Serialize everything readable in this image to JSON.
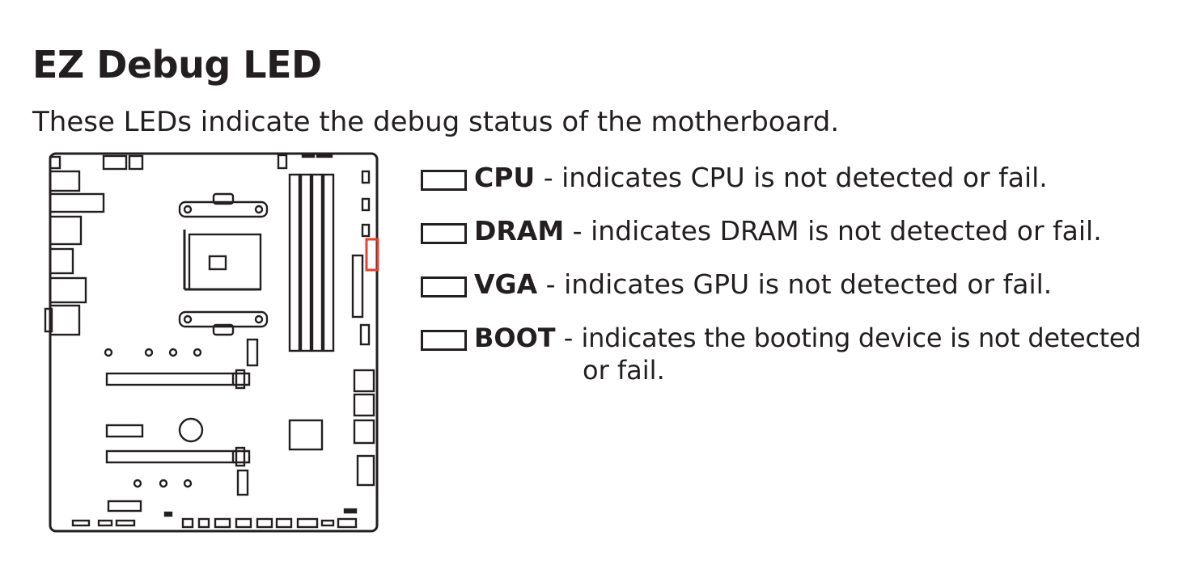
{
  "title": "EZ Debug LED",
  "intro": "These LEDs indicate the debug status of the motherboard.",
  "led_highlight_color": "#e8412c",
  "diagram": {
    "name": "motherboard-diagram",
    "highlight": "debug-led-location"
  },
  "legend": [
    {
      "name": "CPU",
      "separator": " - ",
      "desc": "indicates CPU is not detected or fail."
    },
    {
      "name": "DRAM",
      "separator": " - ",
      "desc": "indicates DRAM is not detected or fail."
    },
    {
      "name": "VGA",
      "separator": " - ",
      "desc": "indicates GPU is not detected or fail."
    },
    {
      "name": "BOOT",
      "separator": " - ",
      "desc": "indicates the booting device is not detected",
      "desc_cont": "or fail."
    }
  ]
}
